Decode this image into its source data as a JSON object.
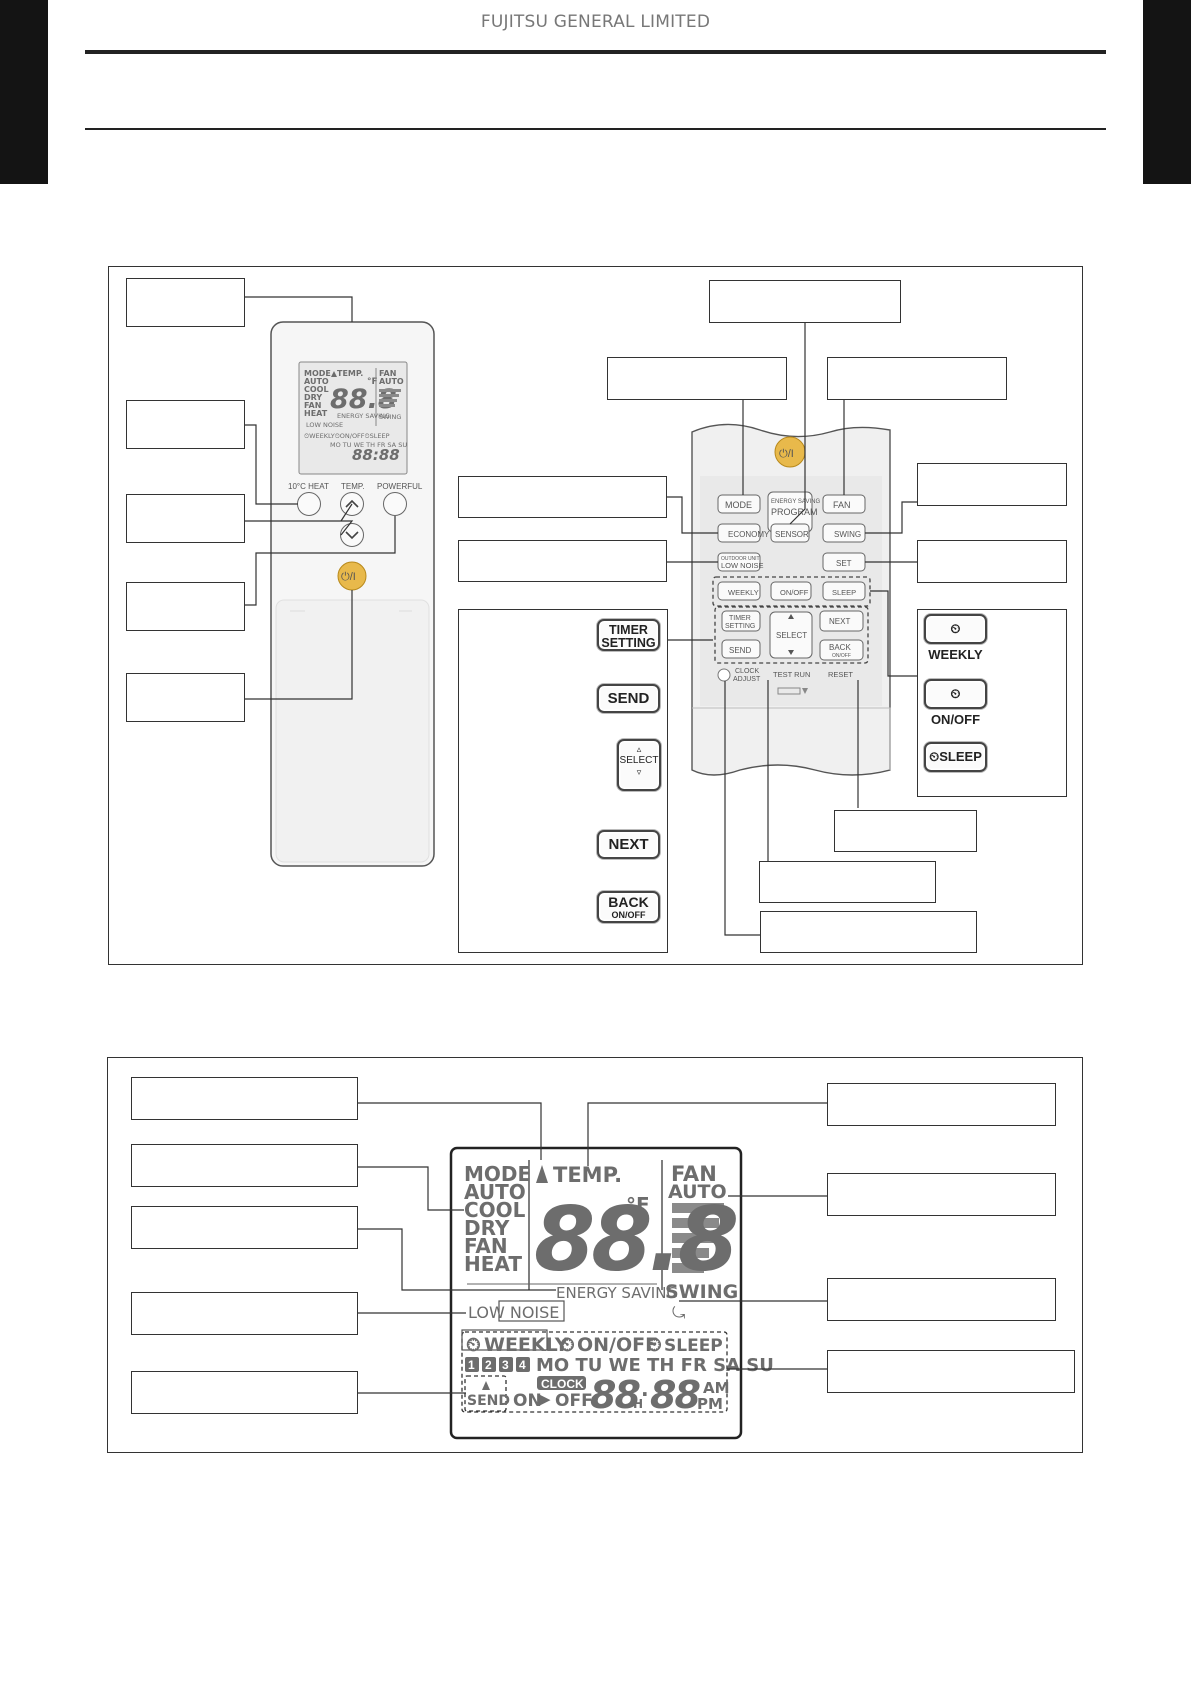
{
  "header": {
    "company": "FUJITSU GENERAL LIMITED"
  },
  "remote_left": {
    "lcd": {
      "mode_list": [
        "MODE",
        "AUTO",
        "COOL",
        "DRY",
        "FAN",
        "HEAT"
      ],
      "temp_label": "TEMP.",
      "temp_digits": "88.8",
      "temp_unit": "°F",
      "fan_label": "FAN",
      "fan_auto": "AUTO",
      "energy_saving": "ENERGY SAVING",
      "swing": "SWING",
      "low_noise": "LOW NOISE",
      "timer_row": "⏲WEEKLY⏲ON/OFF⏲SLEEP",
      "days_row": "MO TU WE TH FR SA SU",
      "clock_row": "88:88"
    },
    "buttons": {
      "heat10": "10°C HEAT",
      "temp": "TEMP.",
      "powerful": "POWERFUL",
      "power_symbol": "⏻/I"
    }
  },
  "remote_right": {
    "power_symbol": "⏻/I",
    "mode": "MODE",
    "energy_saving_top": "ENERGY SAVING",
    "program": "PROGRAM",
    "fan": "FAN",
    "economy": "ECONOMY",
    "sensor": "SENSOR",
    "swing": "SWING",
    "outdoor_unit": "OUTDOOR UNIT",
    "low_noise": "LOW NOISE",
    "set": "SET",
    "weekly": "WEEKLY",
    "on_off": "ON/OFF",
    "sleep": "SLEEP",
    "timer_setting_1": "TIMER",
    "timer_setting_2": "SETTING",
    "next": "NEXT",
    "select": "SELECT",
    "send": "SEND",
    "back": "BACK",
    "back_sub": "ON/OFF",
    "clock_adjust_1": "CLOCK",
    "clock_adjust_2": "ADJUST",
    "test_run": "TEST RUN",
    "reset": "RESET"
  },
  "key_samples": {
    "timer_setting_1": "TIMER",
    "timer_setting_2": "SETTING",
    "send": "SEND",
    "select": "SELECT",
    "next": "NEXT",
    "back": "BACK",
    "back_sub": "ON/OFF"
  },
  "timer_keys": {
    "weekly": "⏲WEEKLY",
    "on_off": "⏲ON/OFF",
    "sleep": "⏲SLEEP"
  },
  "big_lcd": {
    "mode": "MODE",
    "auto": "AUTO",
    "cool": "COOL",
    "dry": "DRY",
    "fan": "FAN",
    "heat": "HEAT",
    "temp": "TEMP.",
    "digits": "88.8",
    "unit": "°F",
    "fan_label": "FAN",
    "fan_auto": "AUTO",
    "energy_saving": "ENERGY SAVING",
    "swing": "SWING",
    "low_noise": "LOW NOISE",
    "weekly": "WEEKLY",
    "on_off": "ON/OFF",
    "sleep": "SLEEP",
    "day_numbers": [
      "1",
      "2",
      "3",
      "4"
    ],
    "days": "MO TU WE TH FR SA SU",
    "clock_tag": "CLOCK",
    "send": "SEND",
    "on": "ON",
    "off": "OFF",
    "time_hours": "88",
    "h": "H",
    "time_minutes": "88",
    "am": "AM",
    "pm": "PM"
  }
}
